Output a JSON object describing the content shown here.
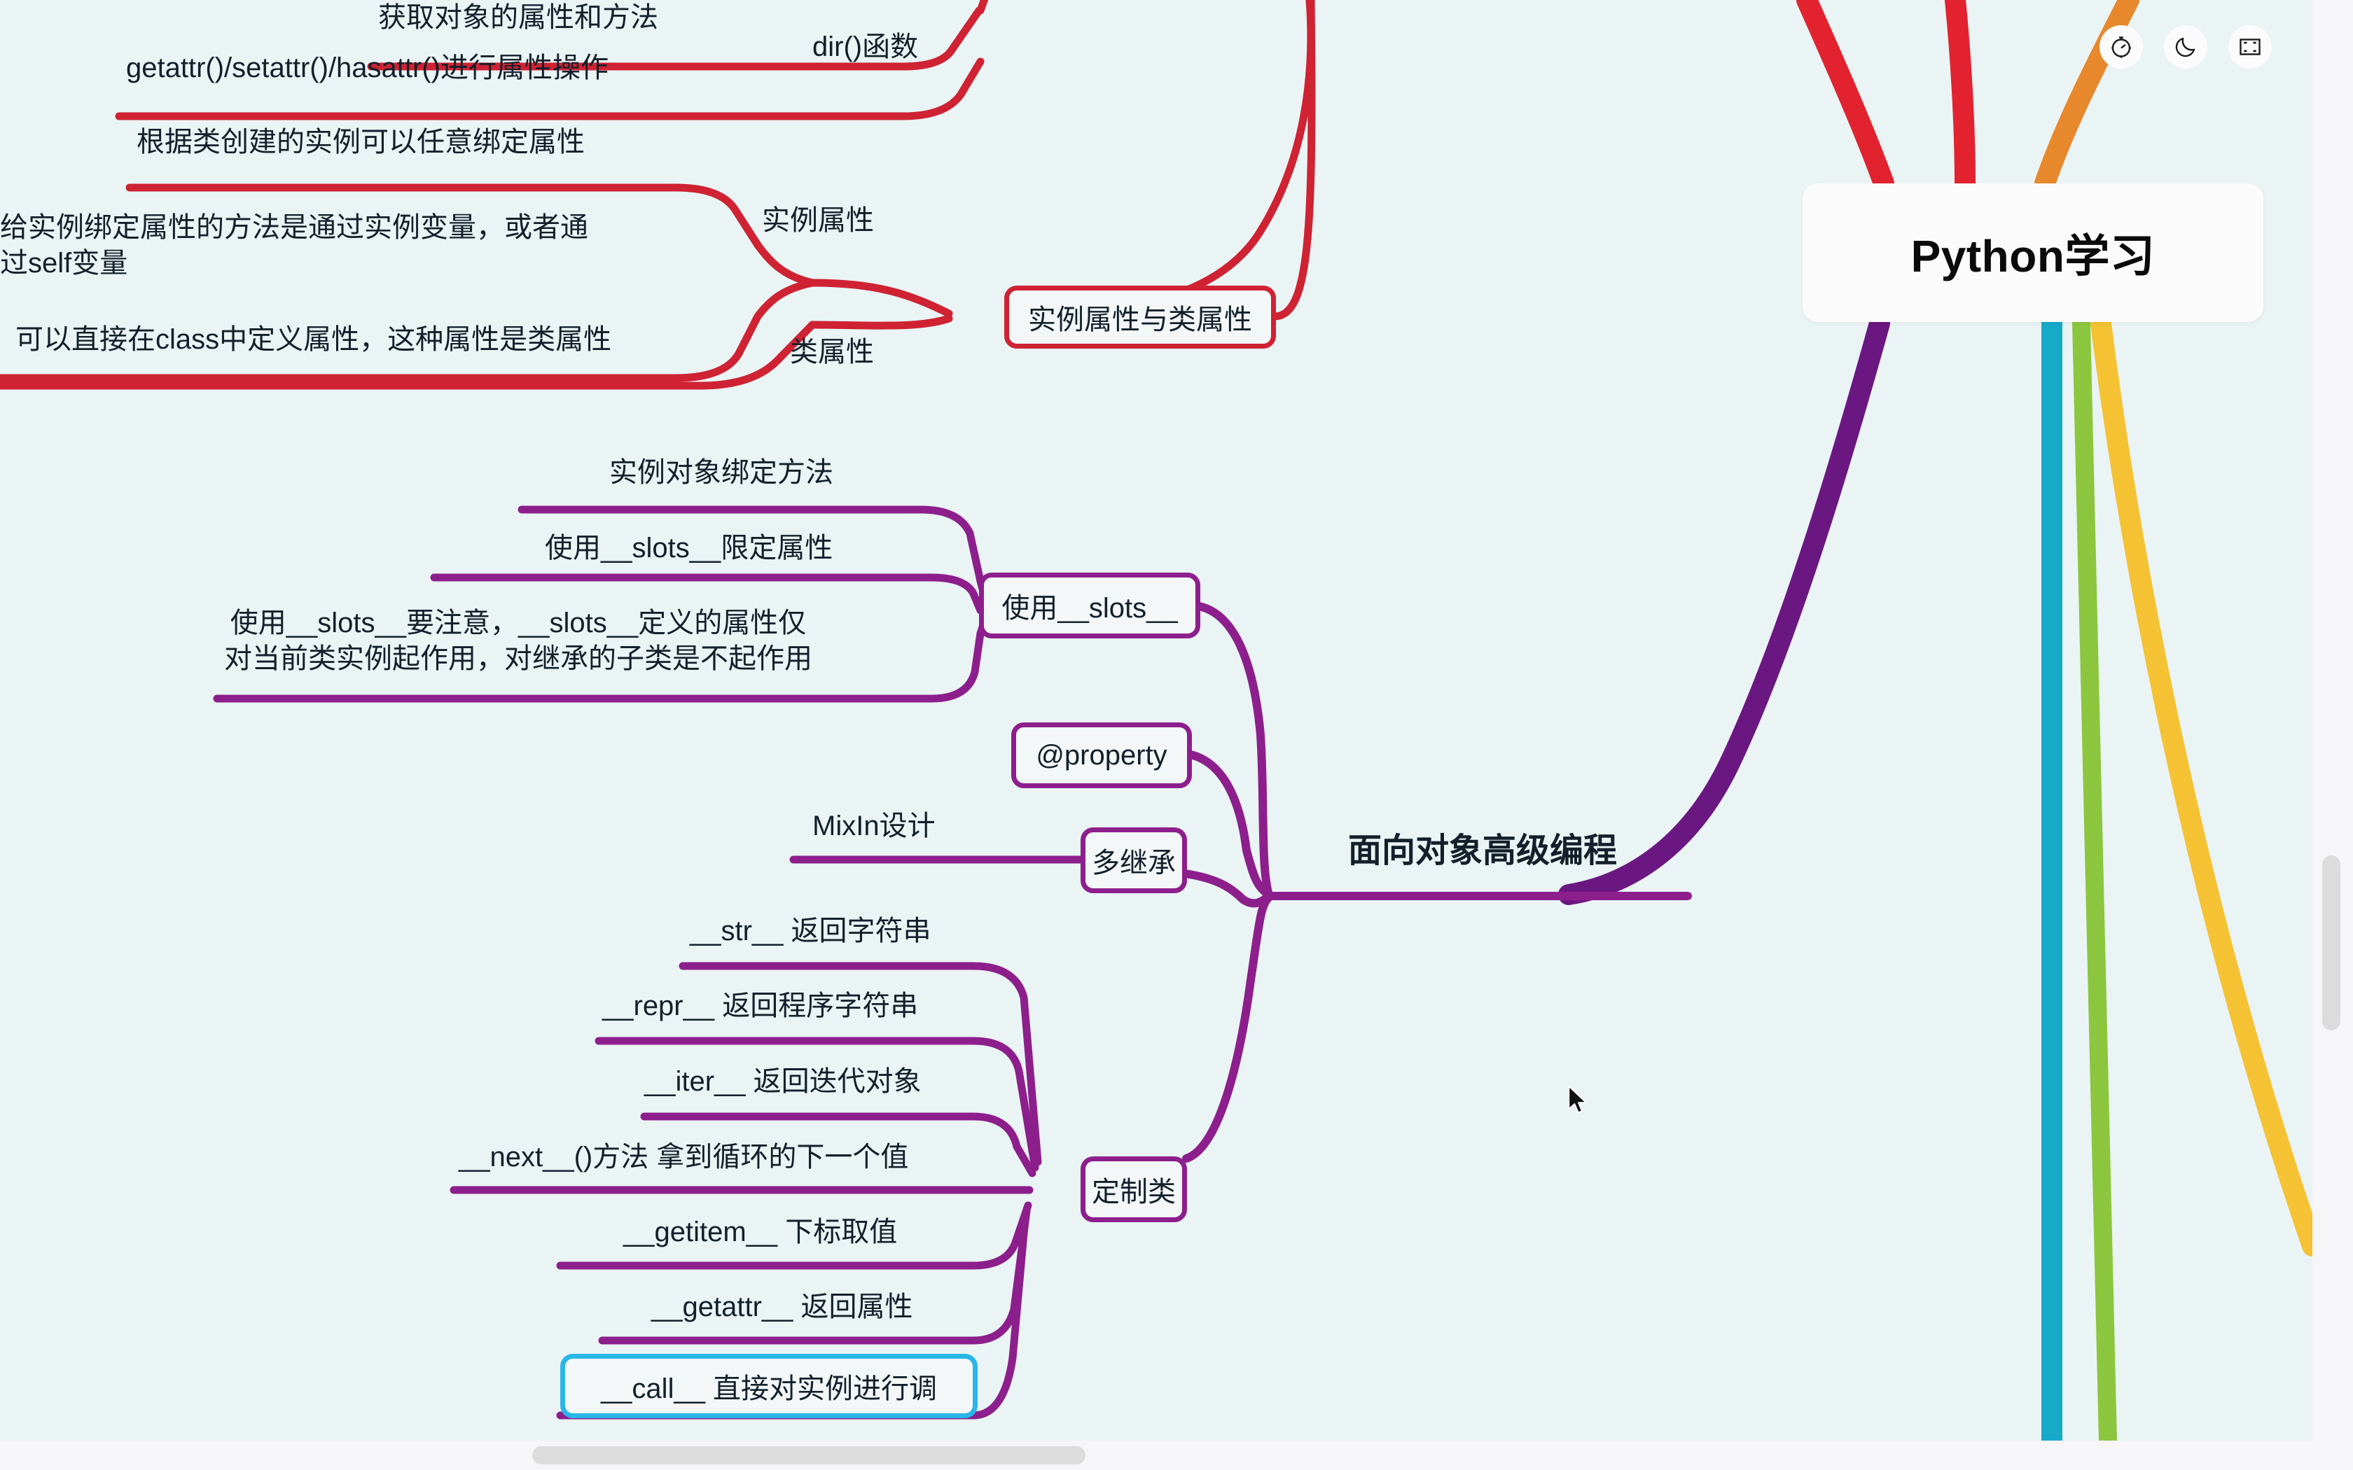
{
  "app": {
    "background": "#eaf4f4",
    "chrome_background": "#f6f5f7"
  },
  "root": {
    "title": "Python学习"
  },
  "toolbar": {
    "items": [
      {
        "name": "timer-icon",
        "label": "计时器"
      },
      {
        "name": "moon-icon",
        "label": "夜间模式"
      },
      {
        "name": "fullscreen-icon",
        "label": "全屏"
      }
    ]
  },
  "branches": {
    "colors": {
      "red": "#cf2233",
      "red2": "#e3222f",
      "orange": "#e8882c",
      "purple": "#8d1f8d",
      "purple_dark": "#6b1782",
      "cyan": "#17a9c8",
      "green": "#8cc63f",
      "yellow": "#f5c234",
      "selection": "#29b6e8"
    }
  },
  "nodes": {
    "attr_branch": {
      "title": "实例属性与类属性",
      "children": [
        {
          "title": "dir()函数",
          "leaves": [
            "获取对象的属性和方法",
            "getattr()/setattr()/hasattr()进行属性操作"
          ]
        },
        {
          "title": "实例属性",
          "leaves": [
            "根据类创建的实例可以任意绑定属性",
            "给实例绑定属性的方法是通过实例变量，或者通\n过self变量"
          ]
        },
        {
          "title": "类属性",
          "leaves": [
            "可以直接在class中定义属性，这种属性是类属性"
          ]
        }
      ]
    },
    "oop_branch": {
      "title": "面向对象高级编程",
      "children": [
        {
          "title": "使用__slots__",
          "leaves": [
            "实例对象绑定方法",
            "使用__slots__限定属性",
            "使用__slots__要注意，__slots__定义的属性仅\n对当前类实例起作用，对继承的子类是不起作用"
          ]
        },
        {
          "title": "@property",
          "leaves": []
        },
        {
          "title": "多继承",
          "leaves": [
            "MixIn设计"
          ]
        },
        {
          "title": "定制类",
          "leaves": [
            "__str__ 返回字符串",
            "__repr__ 返回程序字符串",
            "__iter__ 返回迭代对象",
            "__next__()方法 拿到循环的下一个值",
            "__getitem__ 下标取值",
            "__getattr__ 返回属性",
            "__call__ 直接对实例进行调"
          ],
          "selected_leaf": "__call__ 直接对实例进行调"
        }
      ]
    }
  },
  "labels": {
    "dir_function": "dir()函数",
    "instance_attr": "实例属性",
    "class_attr": "类属性",
    "attr_vs_class": "实例属性与类属性",
    "slots": "使用__slots__",
    "property": "@property",
    "multi_inherit": "多继承",
    "custom_class": "定制类",
    "oop_advanced": "面向对象高级编程",
    "leaf_01": "获取对象的属性和方法",
    "leaf_02": "getattr()/setattr()/hasattr()进行属性操作",
    "leaf_03": "根据类创建的实例可以任意绑定属性",
    "leaf_04": "给实例绑定属性的方法是通过实例变量，或者通\n过self变量",
    "leaf_05": "可以直接在class中定义属性，这种属性是类属性",
    "leaf_06": "实例对象绑定方法",
    "leaf_07": "使用__slots__限定属性",
    "leaf_08": "使用__slots__要注意，__slots__定义的属性仅\n对当前类实例起作用，对继承的子类是不起作用",
    "leaf_09": "MixIn设计",
    "leaf_10": "__str__ 返回字符串",
    "leaf_11": "__repr__ 返回程序字符串",
    "leaf_12": "__iter__ 返回迭代对象",
    "leaf_13": "__next__()方法 拿到循环的下一个值",
    "leaf_14": "__getitem__ 下标取值",
    "leaf_15": "__getattr__ 返回属性",
    "leaf_16": "__call__ 直接对实例进行调"
  }
}
